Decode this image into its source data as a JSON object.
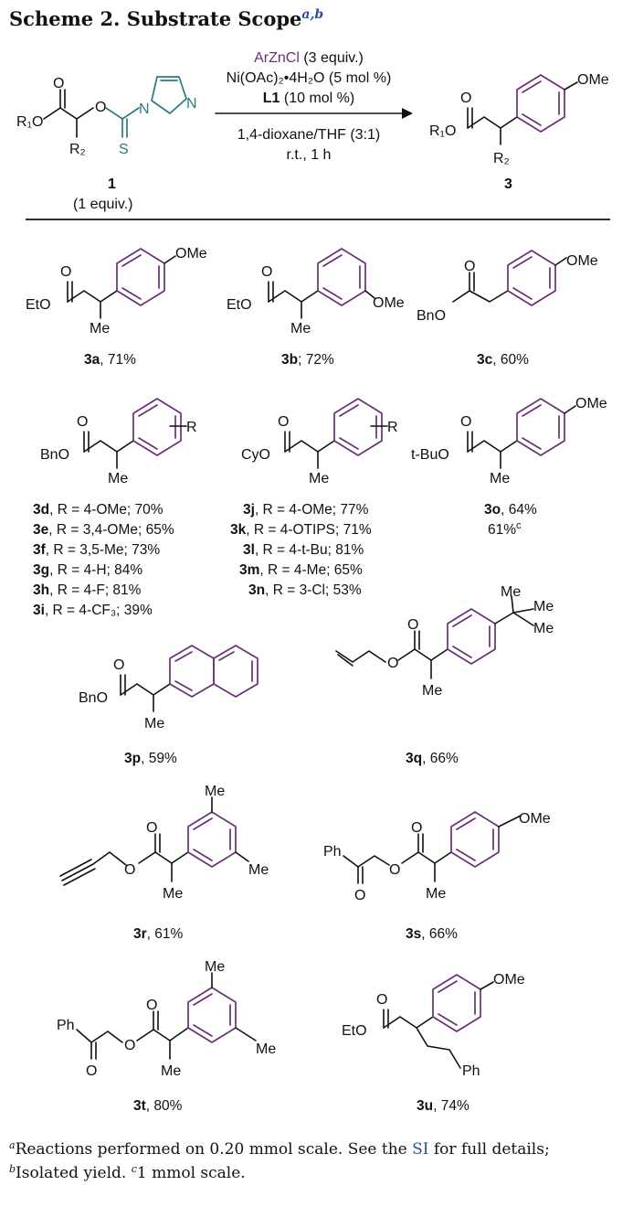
{
  "title": {
    "text": "Scheme 2. Substrate Scope",
    "superscript": "a,b"
  },
  "reaction": {
    "reagent1": "ArZnCl (3 equiv.)",
    "reagent2": "Ni(OAc)₂•4H₂O (5 mol %)",
    "ligand": "L1",
    "ligand_loading": " (10 mol %)",
    "solvent": "1,4-dioxane/THF (3:1)",
    "conditions": "r.t., 1 h",
    "sm_label": "1",
    "sm_equiv": "(1 equiv.)",
    "product_label": "3"
  },
  "products": [
    {
      "id": "3a",
      "yield": ", 71%"
    },
    {
      "id": "3b",
      "yield": "; 72%"
    },
    {
      "id": "3c",
      "yield": ", 60%"
    },
    {
      "id": "3p",
      "yield": ", 59%"
    },
    {
      "id": "3q",
      "yield": ", 66%"
    },
    {
      "id": "3r",
      "yield": ", 61%"
    },
    {
      "id": "3s",
      "yield": ", 66%"
    },
    {
      "id": "3t",
      "yield": ", 80%"
    },
    {
      "id": "3u",
      "yield": ", 74%"
    }
  ],
  "series_d_i": [
    {
      "id": "3d",
      "text": ", R = 4-OMe; 70%"
    },
    {
      "id": "3e",
      "text": ", R = 3,4-OMe; 65%"
    },
    {
      "id": "3f",
      "text": ", R = 3,5-Me; 73%"
    },
    {
      "id": "3g",
      "text": ", R = 4-H; 84%"
    },
    {
      "id": "3h",
      "text": ", R = 4-F; 81%"
    },
    {
      "id": "3i",
      "text": ", R = 4-CF₃; 39%"
    }
  ],
  "series_j_n": [
    {
      "id": "3j",
      "text": ", R = 4-OMe; 77%"
    },
    {
      "id": "3k",
      "text": ", R = 4-OTIPS; 71%"
    },
    {
      "id": "3l",
      "text": ", R = 4-t-Bu; 81%"
    },
    {
      "id": "3m",
      "text": ", R = 4-Me; 65%"
    },
    {
      "id": "3n",
      "text": ", R = 3-Cl; 53%"
    }
  ],
  "product_3o": {
    "id": "3o",
    "yield": ", 64%",
    "yield2": "61%",
    "yield2_sup": "c"
  },
  "footnote": {
    "a_mark": "a",
    "a_text1": "Reactions performed on 0.20 mmol scale. See the ",
    "a_link": "SI",
    "a_text2": " for full details;",
    "b_mark": "b",
    "b_text": "Isolated yield. ",
    "c_mark": "c",
    "c_text": "1 mmol scale."
  },
  "atoms": {
    "O": "O",
    "S": "S",
    "N": "N",
    "OMe": "OMe",
    "Me": "Me",
    "R": "R",
    "Ph": "Ph",
    "EtO": "EtO",
    "BnO": "BnO",
    "CyO": "CyO",
    "tBuO": "t-BuO",
    "R1O": "R₁O",
    "R2": "R₂"
  },
  "colors": {
    "ring": "#6b2f77",
    "teal": "#2a7a7a",
    "link": "#2a4f9e",
    "text": "#111111"
  }
}
